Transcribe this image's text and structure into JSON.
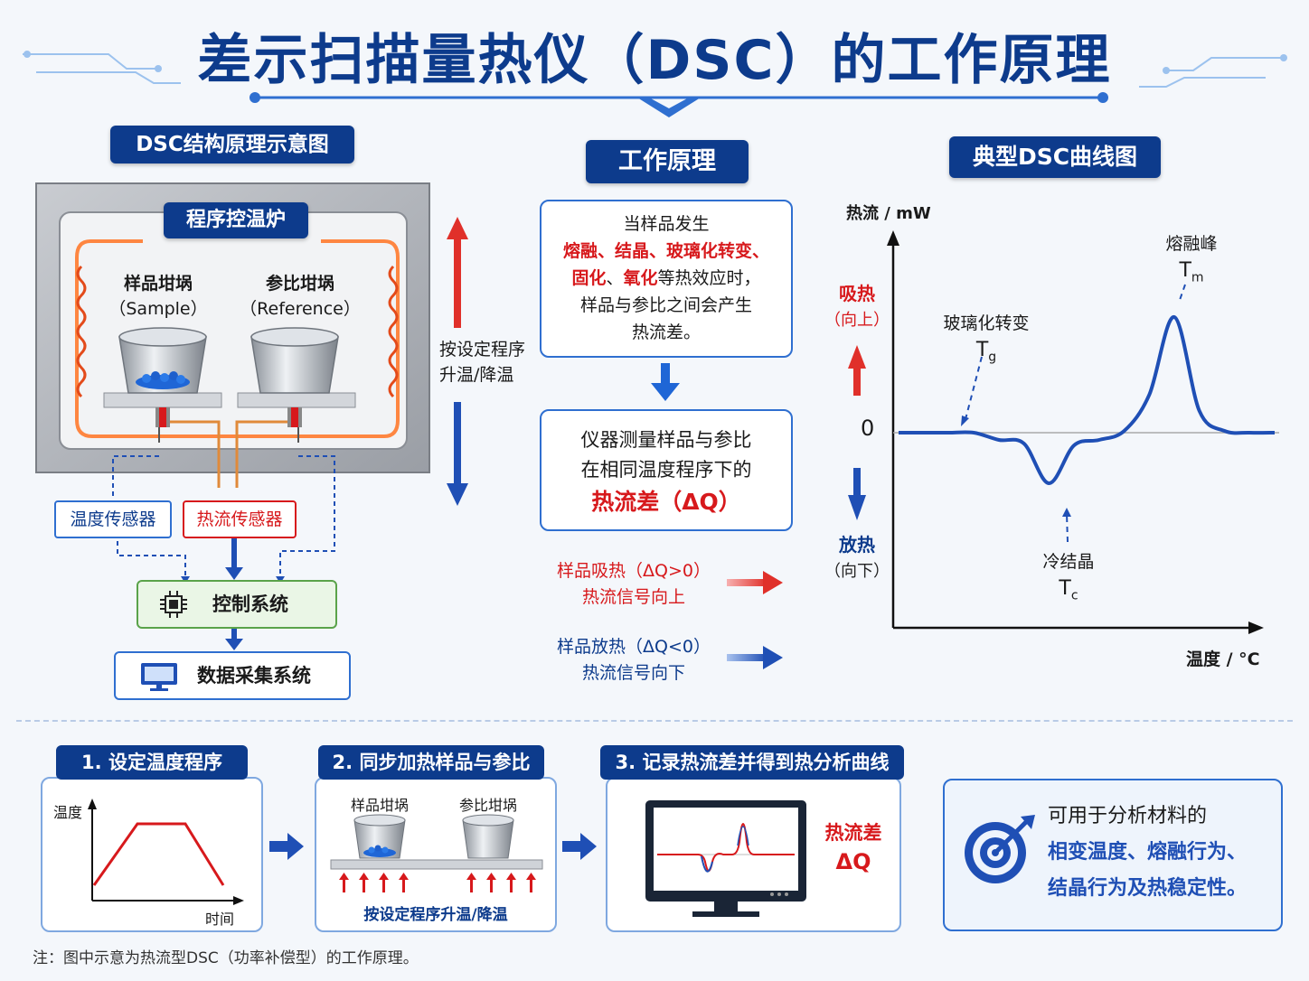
{
  "title": "差示扫描量热仪（DSC）的工作原理",
  "structure": {
    "header": "DSC结构原理示意图",
    "furnace": "程序控温炉",
    "sample_name": "样品坩埚",
    "sample_en": "（Sample）",
    "reference_name": "参比坩埚",
    "reference_en": "（Reference）",
    "program_line1": "按设定程序",
    "program_line2": "升温/降温",
    "temp_sensor": "温度传感器",
    "heat_sensor": "热流传感器",
    "control": "控制系统",
    "daq": "数据采集系统"
  },
  "principle": {
    "header": "工作原理",
    "p1_line1": "当样品发生",
    "p1_red1": "熔融、结晶、玻璃化转变、",
    "p1_red2": "固化",
    "p1_sep": "、",
    "p1_red3": "氧化",
    "p1_tail": "等热效应时，",
    "p1_line4": "样品与参比之间会产生",
    "p1_line5": "热流差。",
    "p2_line1": "仪器测量样品与参比",
    "p2_line2": "在相同温度程序下的",
    "p2_line3": "热流差（ΔQ）",
    "absorb_line1": "样品吸热（ΔQ>0）",
    "absorb_line2": "热流信号向上",
    "release_line1": "样品放热（ΔQ<0）",
    "release_line2": "热流信号向下"
  },
  "curve": {
    "header": "典型DSC曲线图",
    "endo": "吸热",
    "endo_dir": "（向上）",
    "exo": "放热",
    "exo_dir": "（向下）",
    "zero": "0",
    "glass": "玻璃化转变",
    "glass_sym": "T",
    "glass_sub": "g",
    "cold": "冷结晶",
    "cold_sym": "T",
    "cold_sub": "c",
    "melt": "熔融峰",
    "melt_sym": "T",
    "melt_sub": "m"
  },
  "chart_data": {
    "type": "line",
    "xlabel": "温度 / °C",
    "ylabel": "热流 / mW",
    "series": [
      {
        "values": [
          0,
          0,
          0,
          0,
          -0.4,
          -0.6,
          -2.8,
          -0.7,
          -0.4,
          0.1,
          2.1,
          6.4,
          1.2,
          0.1,
          0,
          0
        ]
      }
    ]
  },
  "steps": {
    "s1_header": "1. 设定温度程序",
    "s1_ylabel": "温度",
    "s1_xlabel": "时间",
    "s2_header": "2. 同步加热样品与参比",
    "s2_sample": "样品坩埚",
    "s2_reference": "参比坩埚",
    "s2_caption": "按设定程序升温/降温",
    "s3_header": "3. 记录热流差并得到热分析曲线",
    "s3_label1": "热流差",
    "s3_label2": "ΔQ",
    "app_line1": "可用于分析材料的",
    "app_line2": "相变温度、熔融行为、",
    "app_line3": "结晶行为及热稳定性。"
  },
  "footnote": "注：图中示意为热流型DSC（功率补偿型）的工作原理。",
  "colors": {
    "primary": "#0d3b8c",
    "accent_red": "#d7191c",
    "curve": "#1f4fb5"
  }
}
